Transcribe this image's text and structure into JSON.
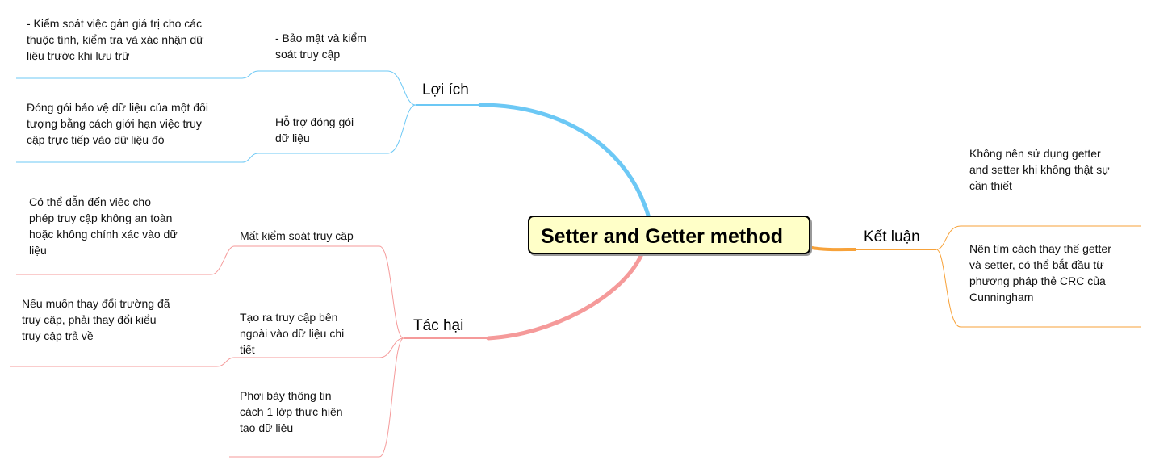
{
  "central": {
    "title": "Setter and Getter method"
  },
  "branches": {
    "loi_ich": {
      "label": "Lợi ích",
      "color": "#6cc8f5",
      "children": [
        {
          "label": "- Bảo mật và kiểm\nsoát truy cập",
          "detail": "- Kiểm soát việc gán giá trị cho các\nthuộc tính, kiểm tra và xác nhận dữ\nliệu trước khi lưu trữ"
        },
        {
          "label": "Hỗ trợ đóng gói\ndữ liệu",
          "detail": "Đóng gói bảo vệ dữ liệu của một đối\ntượng bằng cách giới hạn việc truy\ncập trực tiếp vào dữ liệu đó"
        }
      ]
    },
    "tac_hai": {
      "label": "Tác hại",
      "color": "#f59a9a",
      "children": [
        {
          "label": "Mất kiểm soát truy cập",
          "detail": "Có thể dẫn đến việc cho\nphép truy cập không an toàn\nhoặc không chính xác vào dữ\nliệu"
        },
        {
          "label": "Tạo ra truy cập bên\nngoài vào dữ liệu chi\ntiết",
          "detail": "Nếu muốn thay đổi trường đã\ntruy cập, phải thay đổi kiểu\ntruy cập trả về"
        },
        {
          "label": "Phơi bày thông tin\ncách 1 lớp thực hiện\ntạo dữ liệu"
        }
      ]
    },
    "ket_luan": {
      "label": "Kết luận",
      "color": "#f7a23a",
      "children": [
        {
          "label": "Không nên sử dụng getter\nand setter khi không thật sự\ncần thiết"
        },
        {
          "label": "Nên tìm cách thay thế getter\nvà setter, có thể bắt đầu từ\nphương pháp thẻ CRC của\nCunningham"
        }
      ]
    }
  }
}
